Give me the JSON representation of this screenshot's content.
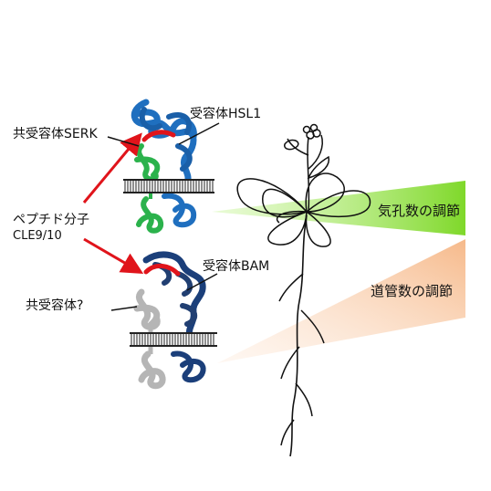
{
  "labels": {
    "receptor_hsl1": "受容体HSL1",
    "coreceptor_serk": "共受容体SERK",
    "peptide_line1": "ペプチド分子",
    "peptide_line2": "CLE9/10",
    "receptor_bam": "受容体BAM",
    "coreceptor_unknown": "共受容体?",
    "stomata_regulation": "気孔数の調節",
    "xylem_regulation": "道管数の調節"
  },
  "colors": {
    "hsl1_receptor": "#1f6fbf",
    "serk_coreceptor": "#2bb24c",
    "peptide": "#e0141b",
    "bam_receptor": "#1b3f7a",
    "unknown_coreceptor": "#b5b5b5",
    "stomata_wedge": "#8fe03a",
    "xylem_wedge": "#f7c39c",
    "membrane": "#222222"
  }
}
